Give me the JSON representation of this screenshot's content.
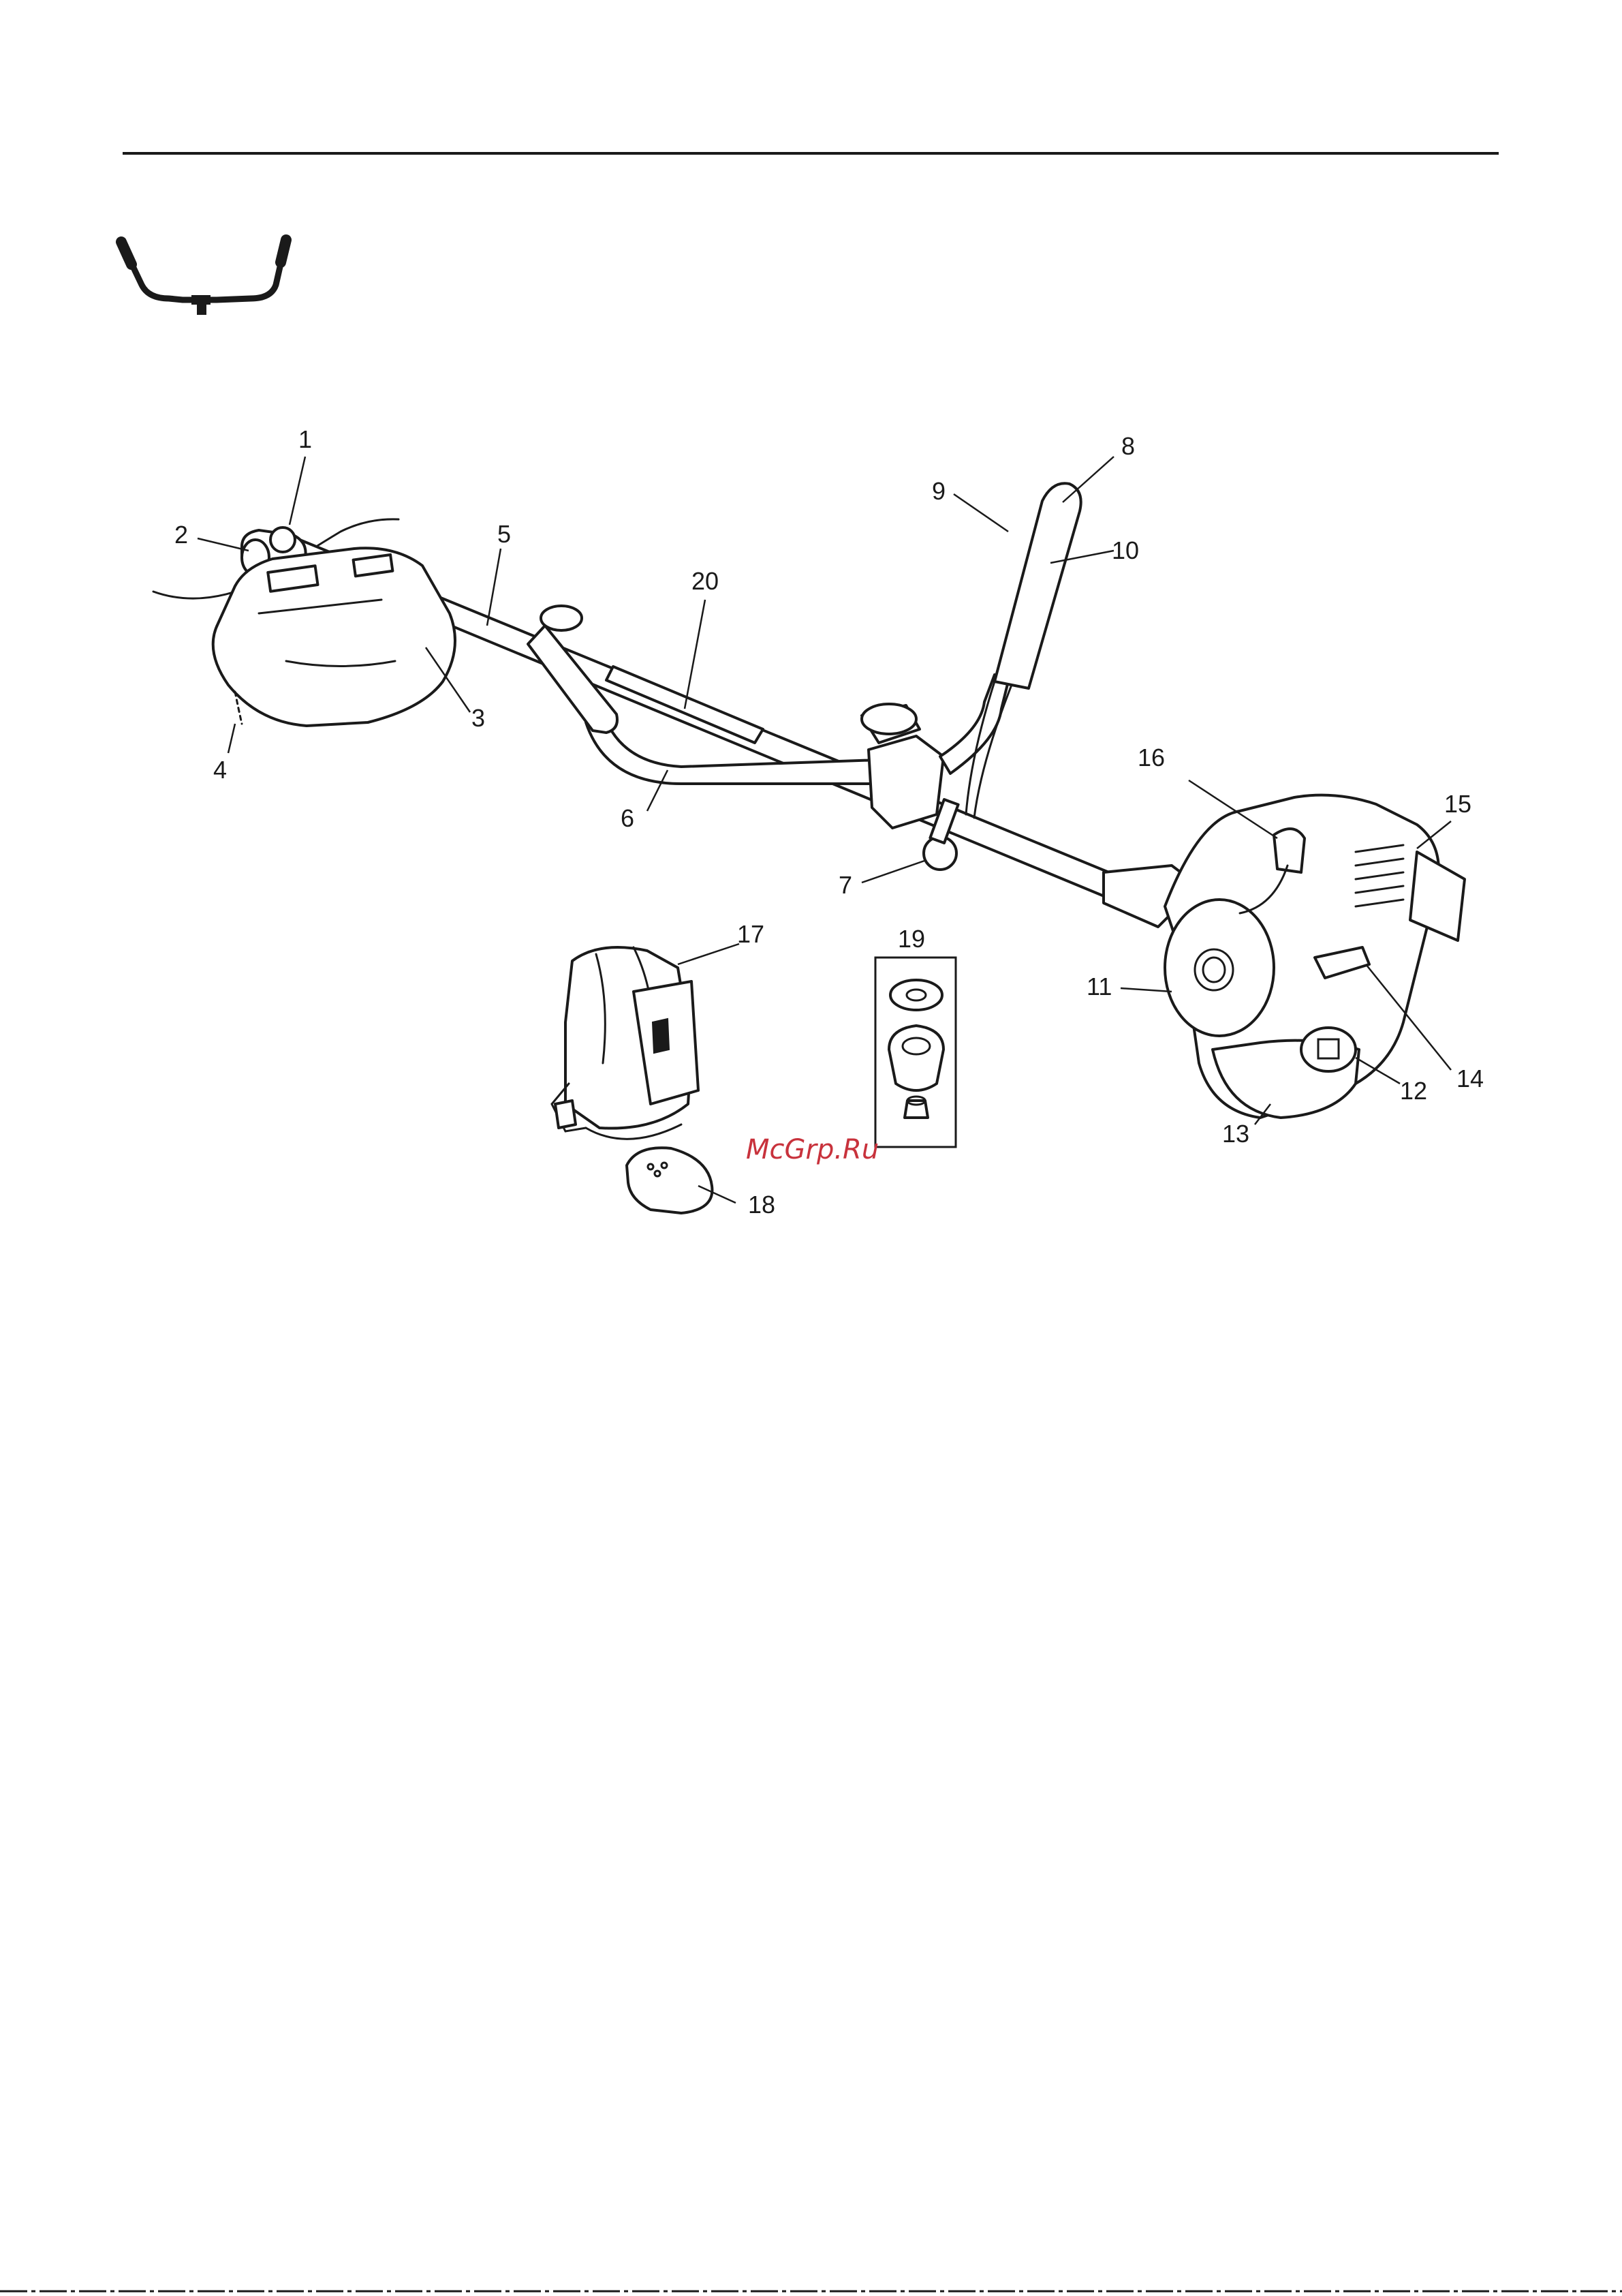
{
  "callouts": [
    {
      "id": "1",
      "label": "1"
    },
    {
      "id": "2",
      "label": "2"
    },
    {
      "id": "3",
      "label": "3"
    },
    {
      "id": "4",
      "label": "4"
    },
    {
      "id": "5",
      "label": "5"
    },
    {
      "id": "6",
      "label": "6"
    },
    {
      "id": "7",
      "label": "7"
    },
    {
      "id": "8",
      "label": "8"
    },
    {
      "id": "9",
      "label": "9"
    },
    {
      "id": "10",
      "label": "10"
    },
    {
      "id": "11",
      "label": "11"
    },
    {
      "id": "12",
      "label": "12"
    },
    {
      "id": "13",
      "label": "13"
    },
    {
      "id": "14",
      "label": "14"
    },
    {
      "id": "15",
      "label": "15"
    },
    {
      "id": "16",
      "label": "16"
    },
    {
      "id": "17",
      "label": "17"
    },
    {
      "id": "18",
      "label": "18"
    },
    {
      "id": "19",
      "label": "19"
    },
    {
      "id": "20",
      "label": "20"
    }
  ],
  "watermark": "McGrp.Ru",
  "icons": [
    "bike-handle-icon"
  ]
}
